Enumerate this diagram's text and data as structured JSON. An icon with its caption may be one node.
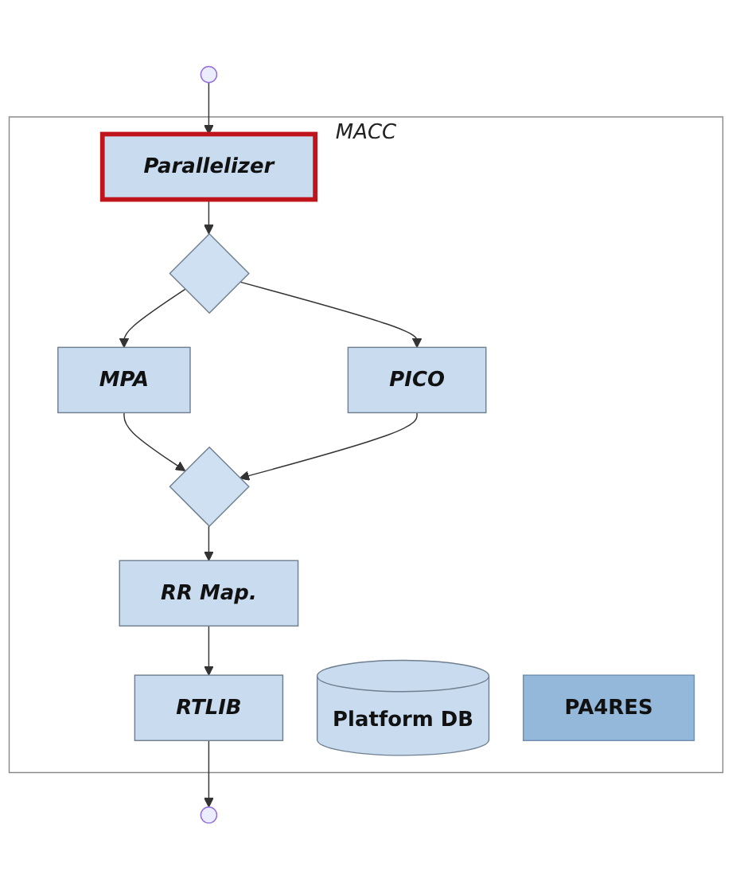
{
  "diagram": {
    "nodes": [
      {
        "text": [],
        "shape": "circle"
      },
      {
        "text": [
          "MACC"
        ]
      },
      {
        "text": [
          "Parallelizer"
        ],
        "in": 1
      },
      {
        "text": [],
        "shape": "diamond",
        "in": 1
      },
      {
        "text": [
          "MPA"
        ],
        "in": 1
      },
      {
        "text": [
          "PICO"
        ],
        "in": 1
      },
      {
        "text": [],
        "shape": "diamond",
        "in": 1
      },
      {
        "text": [
          "RR Map."
        ],
        "in": 1
      },
      {
        "text": [
          "RTLIB"
        ],
        "in": 1
      },
      {
        "text": [
          "Platform DB"
        ],
        "in": 1
      },
      {
        "text": [
          "PA4RES"
        ],
        "in": 1
      },
      {
        "text": [],
        "shape": "circle"
      }
    ],
    "edges": [
      {
        "from": 0,
        "to": 2,
        "arrow": "to"
      },
      {
        "from": 2,
        "to": 3,
        "arrow": "to"
      },
      {
        "from": 3,
        "to": 4,
        "arrow": "to"
      },
      {
        "from": 3,
        "to": 5,
        "arrow": "to"
      },
      {
        "from": 4,
        "to": 6,
        "arrow": "to"
      },
      {
        "from": 5,
        "to": 6,
        "arrow": "to"
      },
      {
        "from": 6,
        "to": 7,
        "arrow": "to"
      },
      {
        "from": 7,
        "to": 8,
        "arrow": "to"
      },
      {
        "from": 8,
        "to": 11,
        "arrow": "to"
      }
    ]
  }
}
